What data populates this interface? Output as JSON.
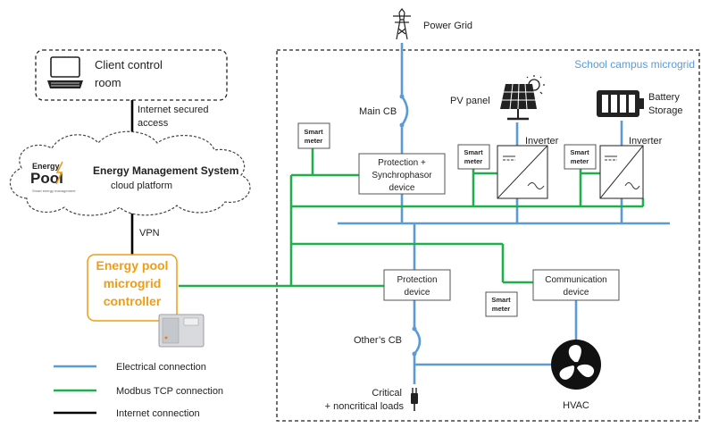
{
  "power_grid": {
    "label": "Power Grid"
  },
  "client": {
    "line1": "Client control",
    "line2": "room"
  },
  "internet_access": {
    "line1": "Internet secured",
    "line2": "access"
  },
  "ems": {
    "logo_top": "Energy",
    "logo_bottom": "Pool",
    "logo_tagline": "Smart energy management",
    "title_line1": "Energy Management System",
    "title_line2": "cloud platform"
  },
  "vpn_label": "VPN",
  "controller": {
    "line1": "Energy pool",
    "line2": "microgrid",
    "line3": "controller",
    "accent": "#f39c12"
  },
  "campus": {
    "title": "School campus microgrid",
    "title_color": "#5b9bd5"
  },
  "main_cb": "Main CB",
  "pv_panel": "PV panel",
  "battery": {
    "line1": "Battery",
    "line2": "Storage"
  },
  "inverter_label": "Inverter",
  "smart_meter": {
    "line1": "Smart",
    "line2": "meter"
  },
  "protection_sync": {
    "line1": "Protection +",
    "line2": "Synchrophasor",
    "line3": "device"
  },
  "protection": {
    "line1": "Protection",
    "line2": "device"
  },
  "communication": {
    "line1": "Communication",
    "line2": "device"
  },
  "others_cb": "Other’s CB",
  "loads": {
    "line1": "Critical",
    "line2": "+ noncritical loads"
  },
  "hvac": "HVAC",
  "legend": {
    "electrical": "Electrical connection",
    "modbus": "Modbus TCP connection",
    "internet": "Internet connection",
    "electrical_color": "#5b9bd5",
    "modbus_color": "#20b04b",
    "internet_color": "#000000"
  }
}
